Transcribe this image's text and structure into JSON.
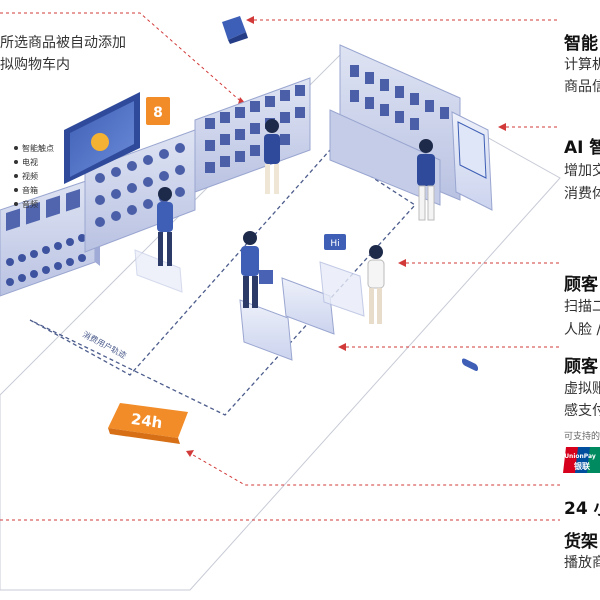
{
  "callouts": {
    "top_left_line1": "所选商品被自动添加",
    "top_left_line2": "拟购物车内"
  },
  "screen_features": [
    "智能触点",
    "电视",
    "视频",
    "音箱",
    "音频"
  ],
  "right_panel": {
    "smart": {
      "title": "智能",
      "line1": "计算机",
      "line2": "商品信"
    },
    "ai": {
      "title": "AI 智",
      "line1": "增加交",
      "line2": "消费体"
    },
    "scan": {
      "title": "顾客",
      "line1": "扫描二",
      "line2": "人脸 /"
    },
    "pay": {
      "title": "顾客",
      "line1": "虚拟账",
      "line2": "感支付",
      "supported": "可支持的"
    },
    "hours": {
      "title": "24 小"
    },
    "shelf": {
      "title": "货架",
      "line1": "播放商"
    }
  },
  "unionpay": {
    "en": "UnionPay",
    "cn": "银联"
  },
  "badge_24h": "24h",
  "hi_sign": "Hi",
  "floor_path_label": "消费用户轨迹",
  "colors": {
    "accent": "#5b6fb0",
    "dashed": "#d23a3a",
    "orange": "#f28c28",
    "unionpay_red": "#d6001c",
    "unionpay_blue": "#004e9e",
    "unionpay_green": "#008a5f"
  }
}
